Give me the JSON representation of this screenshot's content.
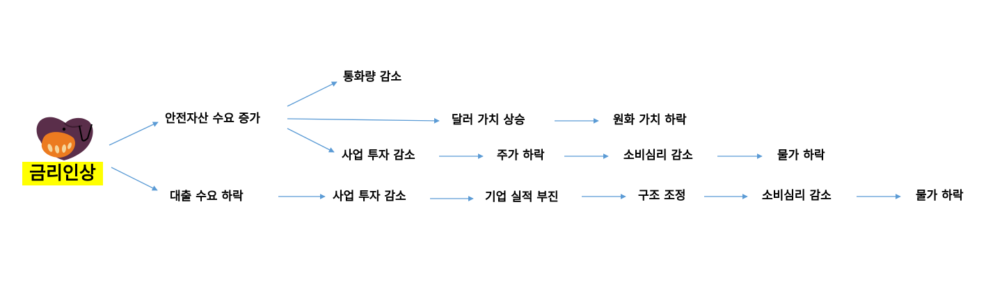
{
  "root": {
    "label": "금리인상",
    "highlight_color": "#ffff00"
  },
  "branch_safe_assets": {
    "label": "안전자산 수요 증가",
    "money_supply": "통화량 감소",
    "dollar_value": "달러 가치 상승",
    "won_value": "원화 가치 하락",
    "business_investment": "사업 투자 감소",
    "stock_price": "주가 하락",
    "consumer_sentiment": "소비심리 감소",
    "price_level": "물가 하락"
  },
  "branch_loan_demand": {
    "label": "대출 수요 하락",
    "business_investment": "사업 투자 감소",
    "corporate_earnings": "기업 실적 부진",
    "restructuring": "구조 조정",
    "consumer_sentiment": "소비심리 감소",
    "price_level": "물가 하락"
  },
  "colors": {
    "arrow": "#5b9bd5",
    "text": "#000000"
  }
}
